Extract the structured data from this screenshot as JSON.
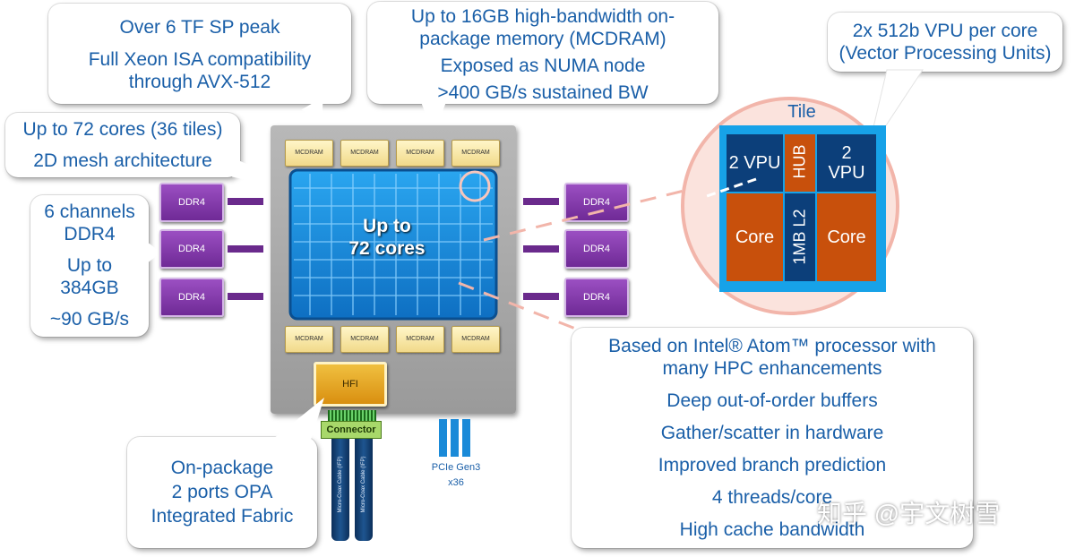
{
  "callouts": {
    "top_left": [
      "Over 6 TF SP peak",
      "Full Xeon ISA compatibility",
      "through AVX-512"
    ],
    "top_mid": [
      "Up to 16GB high-bandwidth on-",
      "package memory (MCDRAM)",
      "Exposed as NUMA node",
      ">400 GB/s sustained BW"
    ],
    "top_right": [
      "2x 512b VPU per core",
      "(Vector Processing Units)"
    ],
    "cores": [
      "Up to 72 cores (36 tiles)",
      "2D mesh architecture"
    ],
    "ddr": [
      "6 channels",
      "DDR4",
      "Up to",
      "384GB",
      "~90 GB/s"
    ],
    "fabric": [
      "On-package",
      "2 ports OPA",
      "Integrated Fabric"
    ],
    "atom": [
      "Based on Intel® Atom™ processor with",
      "many HPC enhancements",
      "Deep out-of-order buffers",
      "Gather/scatter in hardware",
      "Improved branch prediction",
      "4 threads/core",
      "High cache bandwidth"
    ]
  },
  "chip": {
    "mcdram_label": "MCDRAM",
    "ddr4_label": "DDR4",
    "center_line1": "Up to",
    "center_line2": "72 cores",
    "hfi_label": "HFI",
    "connector_label": "Connector",
    "cable_label": "Micro-Coax Cable (IFP)",
    "pcie_line1": "PCIe Gen3",
    "pcie_line2": "x36"
  },
  "tile": {
    "title": "Tile",
    "vpu_left": "2 VPU",
    "vpu_right_1": "2",
    "vpu_right_2": "VPU",
    "hub": "HUB",
    "l2": "1MB L2",
    "core": "Core"
  },
  "watermark": "知乎 @宇文树雪",
  "colors": {
    "text_blue": "#1a5fa8",
    "mesh_blue": "#1590e0",
    "ddr_purple": "#7a3aa6",
    "mcdram_gold": "#f1d98a",
    "tile_blue": "#17a2e8",
    "core_orange": "#c8500c",
    "dark_blue": "#0c3f7a"
  }
}
